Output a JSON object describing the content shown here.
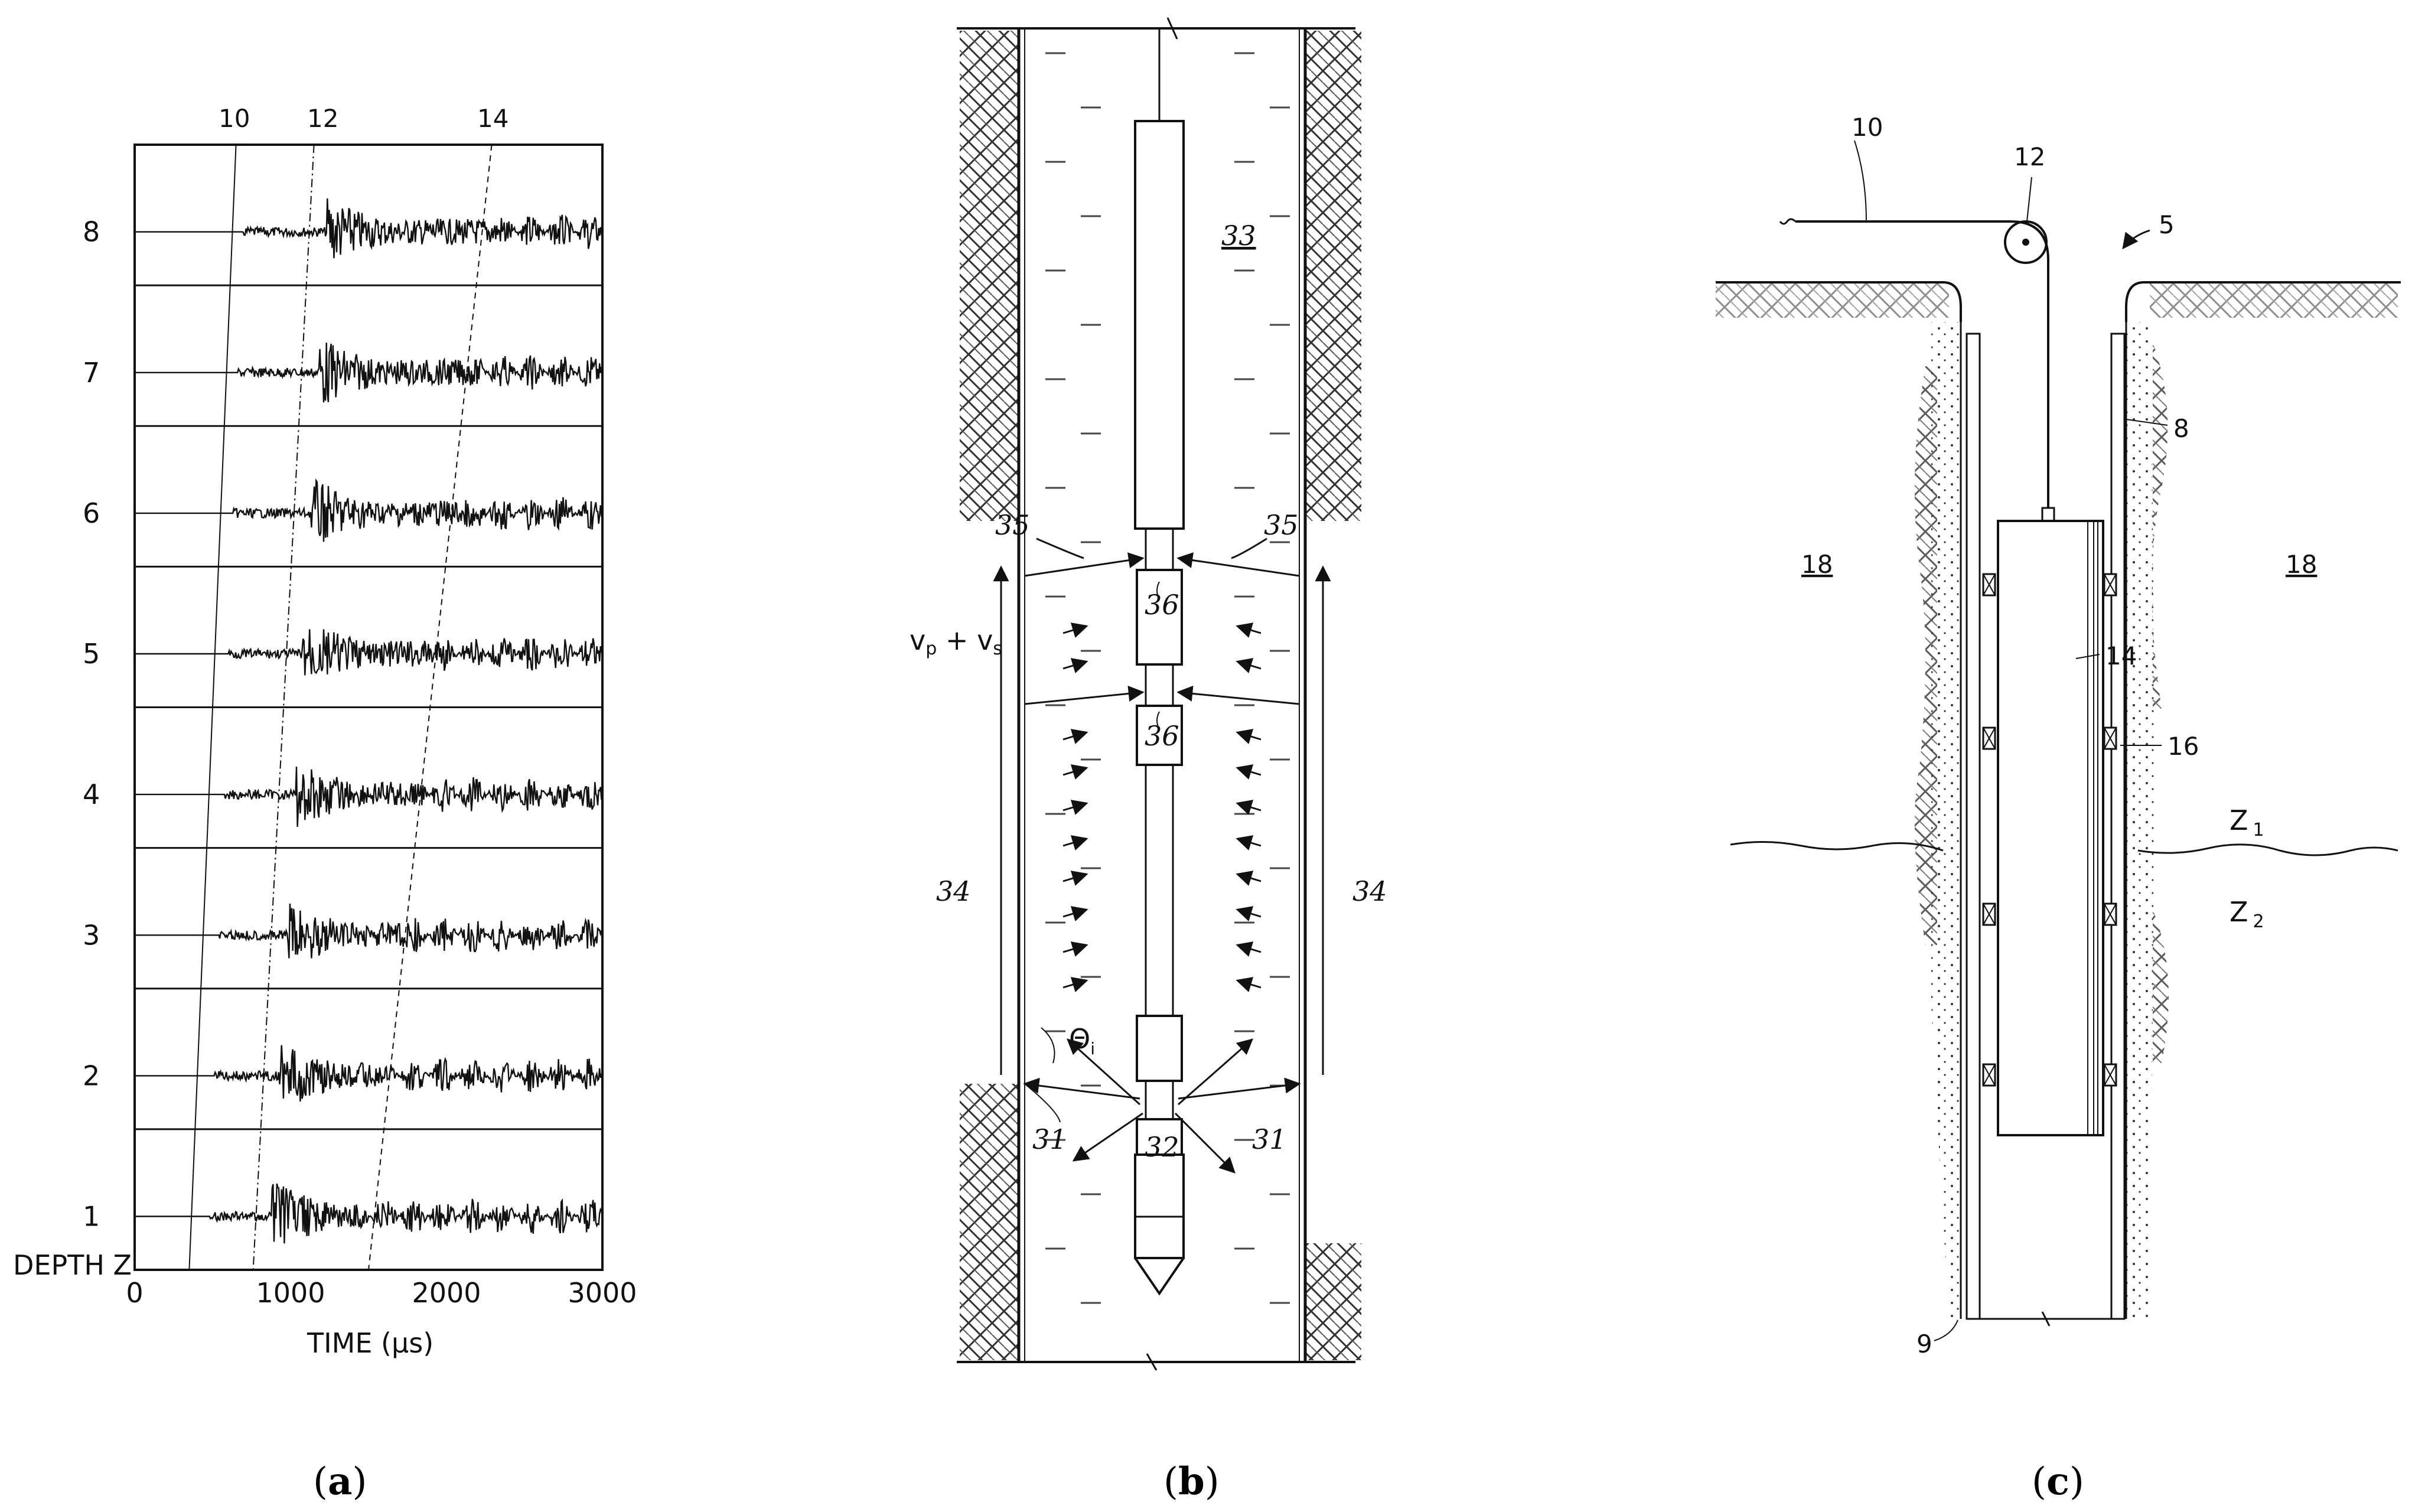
{
  "panels": {
    "a": {
      "caption_open": "(",
      "caption_letter": "a",
      "caption_close": ")",
      "depth_label": "DEPTH Z",
      "time_label": "TIME (μs)",
      "trace_labels": [
        "8",
        "7",
        "6",
        "5",
        "4",
        "3",
        "2",
        "1"
      ],
      "time_ticks": [
        "0",
        "1000",
        "2000",
        "3000"
      ],
      "arrival_labels": [
        "10",
        "12",
        "14"
      ]
    },
    "b": {
      "caption_open": "(",
      "caption_letter": "b",
      "caption_close": ")",
      "tool_label": "33",
      "wave_label": "v_p + v_s",
      "refs": {
        "r35_left": "35",
        "r35_right": "35",
        "r36_upper": "36",
        "r36_lower": "36",
        "r34_left": "34",
        "r34_right": "34",
        "r31_left": "31",
        "r31_right": "31",
        "r32": "32",
        "theta": "Θ"
      }
    },
    "c": {
      "caption_open": "(",
      "caption_letter": "c",
      "caption_close": ")",
      "refs": {
        "r10": "10",
        "r12": "12",
        "r5": "5",
        "r8": "8",
        "r18_left": "18",
        "r18_right": "18",
        "r14": "14",
        "r16": "16",
        "z1": "Z",
        "z1_sub": "1",
        "z2": "Z",
        "z2_sub": "2",
        "r9": "9"
      }
    }
  }
}
